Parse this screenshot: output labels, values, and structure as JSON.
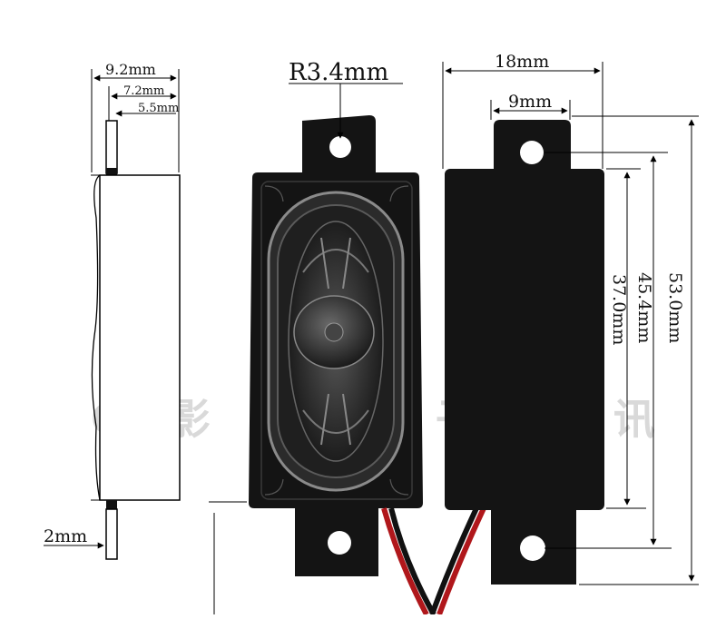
{
  "dimensions": {
    "side_total_width": "9.2mm",
    "side_mid_width": "7.2mm",
    "side_inner_width": "5.5mm",
    "tab_thickness": "2mm",
    "hole_radius": "R3.4mm",
    "body_width": "18mm",
    "tab_width": "9mm",
    "body_height": "37.0mm",
    "hole_pitch": "45.4mm",
    "total_length": "53.0mm"
  },
  "colors": {
    "housing": "#141414",
    "cone": "#3a3a3a",
    "wire_red": "#b0171b",
    "wire_black": "#111111",
    "outline": "#000000"
  }
}
